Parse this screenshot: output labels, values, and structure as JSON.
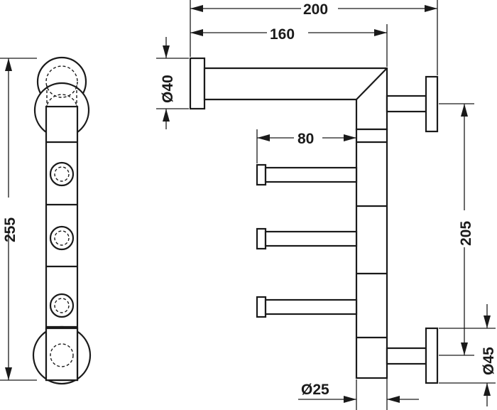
{
  "dimensions": {
    "overall_width": "200",
    "arm_width": "160",
    "hook_length": "80",
    "height": "255",
    "hook_span": "205",
    "rosette_diameter_top": "Ø40",
    "rosette_diameter_bottom": "Ø45",
    "tube_diameter": "Ø25"
  },
  "colors": {
    "line": "#1a1a1a",
    "background": "#ffffff"
  }
}
